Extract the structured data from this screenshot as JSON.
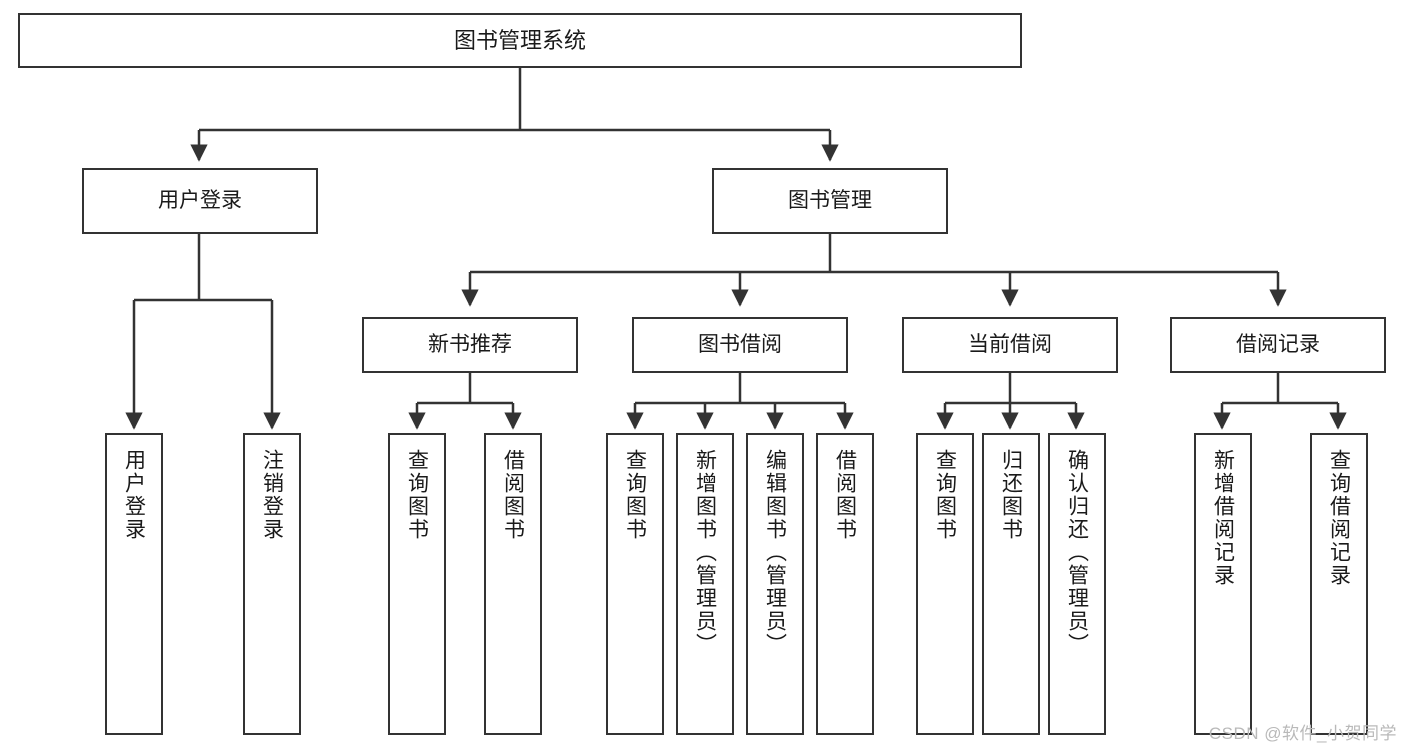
{
  "diagram": {
    "title": "图书管理系统",
    "type": "tree-hierarchy",
    "watermark": "CSDN @软件_小贺同学",
    "colors": {
      "stroke": "#333333",
      "fill": "#ffffff",
      "text": "#1a1a1a",
      "watermark": "#b9b9b9"
    },
    "nodes": {
      "root": {
        "label": "图书管理系统"
      },
      "level2": [
        {
          "label": "用户登录"
        },
        {
          "label": "图书管理"
        }
      ],
      "level3": [
        {
          "label": "新书推荐"
        },
        {
          "label": "图书借阅"
        },
        {
          "label": "当前借阅"
        },
        {
          "label": "借阅记录"
        }
      ],
      "leaves_user_login": [
        {
          "label": "用户登录"
        },
        {
          "label": "注销登录"
        }
      ],
      "leaves_new_book": [
        {
          "label": "查询图书"
        },
        {
          "label": "借阅图书"
        }
      ],
      "leaves_borrow": [
        {
          "label": "查询图书"
        },
        {
          "label": "新增图书（管理员）"
        },
        {
          "label": "编辑图书（管理员）"
        },
        {
          "label": "借阅图书"
        }
      ],
      "leaves_current": [
        {
          "label": "查询图书"
        },
        {
          "label": "归还图书"
        },
        {
          "label": "确认归还（管理员）"
        }
      ],
      "leaves_records": [
        {
          "label": "新增借阅记录"
        },
        {
          "label": "查询借阅记录"
        }
      ]
    }
  }
}
